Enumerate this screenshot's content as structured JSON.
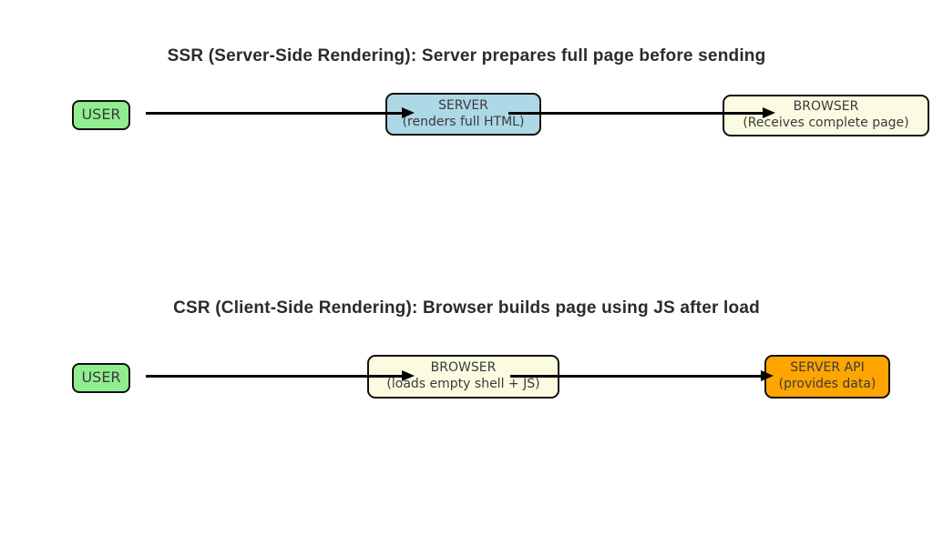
{
  "ssr": {
    "title": "SSR (Server-Side Rendering): Server prepares full page before sending",
    "nodes": [
      {
        "id": "user",
        "label": "USER",
        "sublabel": "",
        "fill": "#90EE90"
      },
      {
        "id": "server",
        "label": "SERVER",
        "sublabel": "(renders full HTML)",
        "fill": "#ADD8E6"
      },
      {
        "id": "browser",
        "label": "BROWSER",
        "sublabel": "(Receives complete page)",
        "fill": "#FBFBE1"
      }
    ],
    "arrows": [
      {
        "from": "user",
        "to": "server"
      },
      {
        "from": "server",
        "to": "browser"
      }
    ]
  },
  "csr": {
    "title": "CSR (Client-Side Rendering): Browser builds page using JS after load",
    "nodes": [
      {
        "id": "user",
        "label": "USER",
        "sublabel": "",
        "fill": "#90EE90"
      },
      {
        "id": "browser",
        "label": "BROWSER",
        "sublabel": "(loads empty shell + JS)",
        "fill": "#FBFBE1"
      },
      {
        "id": "server-api",
        "label": "SERVER API",
        "sublabel": "(provides data)",
        "fill": "#FFA500"
      }
    ],
    "arrows": [
      {
        "from": "user",
        "to": "browser"
      },
      {
        "from": "browser",
        "to": "server-api"
      }
    ]
  },
  "colors": {
    "background": "#ffffff",
    "node_border": "#111111",
    "arrow": "#000000",
    "node_text": "#3a3a3a",
    "title_text": "#2b2b2b",
    "user_fill": "#90EE90",
    "server_fill": "#ADD8E6",
    "browser_fill": "#FBFBE1",
    "server_api_fill": "#FFA500"
  }
}
